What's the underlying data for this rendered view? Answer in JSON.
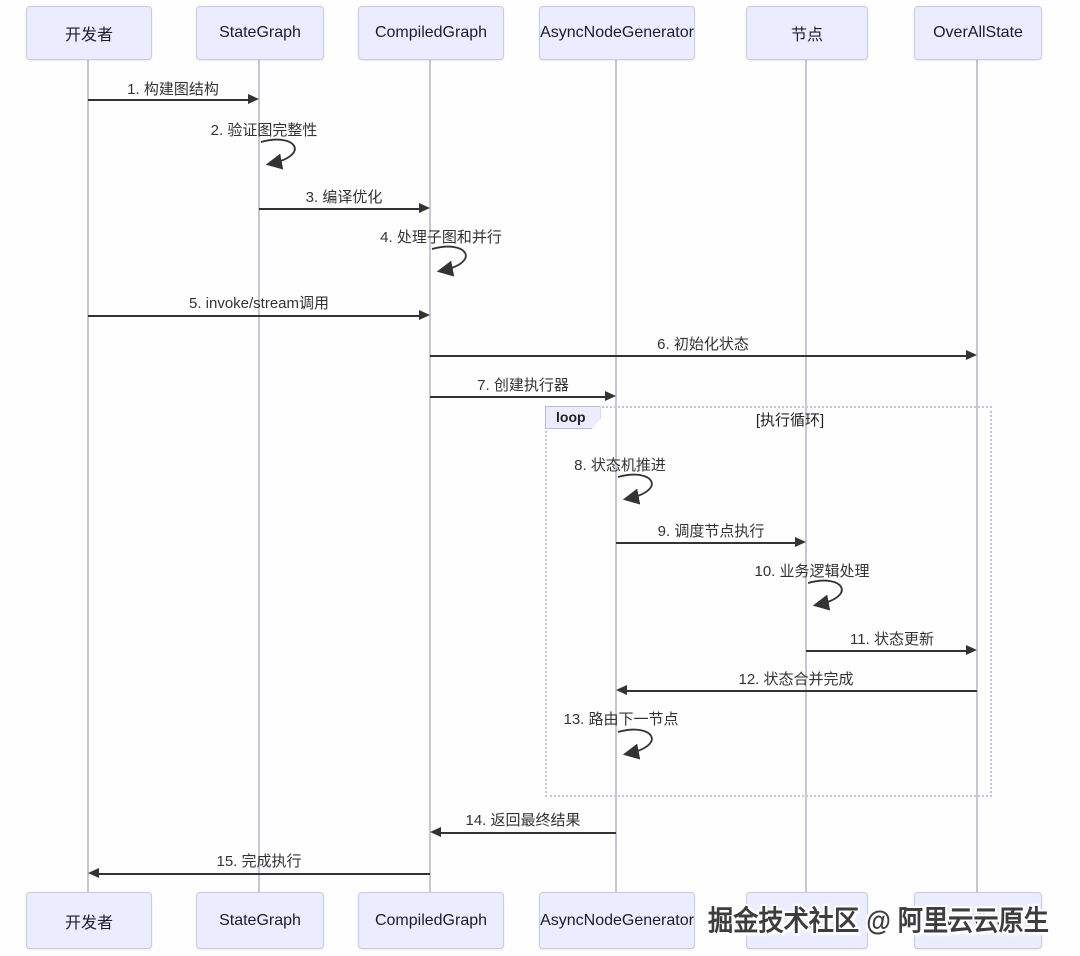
{
  "diagram": {
    "type": "sequence",
    "actors": [
      {
        "id": "developer",
        "name": "开发者"
      },
      {
        "id": "stategraph",
        "name": "StateGraph"
      },
      {
        "id": "compiledgraph",
        "name": "CompiledGraph"
      },
      {
        "id": "asyncnodegenerator",
        "name": "AsyncNodeGenerator"
      },
      {
        "id": "node",
        "name": "节点"
      },
      {
        "id": "overallstate",
        "name": "OverAllState"
      }
    ],
    "messages": [
      {
        "seq": "1",
        "label": "1. 构建图结构",
        "from": "开发者",
        "to": "StateGraph",
        "type": "arrow-right"
      },
      {
        "seq": "2",
        "label": "2. 验证图完整性",
        "from": "StateGraph",
        "to": "StateGraph",
        "type": "self"
      },
      {
        "seq": "3",
        "label": "3. 编译优化",
        "from": "StateGraph",
        "to": "CompiledGraph",
        "type": "arrow-right"
      },
      {
        "seq": "4",
        "label": "4. 处理子图和并行",
        "from": "CompiledGraph",
        "to": "CompiledGraph",
        "type": "self"
      },
      {
        "seq": "5",
        "label": "5. invoke/stream调用",
        "from": "开发者",
        "to": "CompiledGraph",
        "type": "arrow-right"
      },
      {
        "seq": "6",
        "label": "6. 初始化状态",
        "from": "CompiledGraph",
        "to": "OverAllState",
        "type": "arrow-right"
      },
      {
        "seq": "7",
        "label": "7. 创建执行器",
        "from": "CompiledGraph",
        "to": "AsyncNodeGenerator",
        "type": "arrow-right"
      },
      {
        "seq": "8",
        "label": "8. 状态机推进",
        "from": "AsyncNodeGenerator",
        "to": "AsyncNodeGenerator",
        "type": "self"
      },
      {
        "seq": "9",
        "label": "9. 调度节点执行",
        "from": "AsyncNodeGenerator",
        "to": "节点",
        "type": "arrow-right"
      },
      {
        "seq": "10",
        "label": "10. 业务逻辑处理",
        "from": "节点",
        "to": "节点",
        "type": "self"
      },
      {
        "seq": "11",
        "label": "11. 状态更新",
        "from": "节点",
        "to": "OverAllState",
        "type": "arrow-right"
      },
      {
        "seq": "12",
        "label": "12. 状态合并完成",
        "from": "OverAllState",
        "to": "AsyncNodeGenerator",
        "type": "arrow-left"
      },
      {
        "seq": "13",
        "label": "13. 路由下一节点",
        "from": "AsyncNodeGenerator",
        "to": "AsyncNodeGenerator",
        "type": "self"
      },
      {
        "seq": "14",
        "label": "14. 返回最终结果",
        "from": "AsyncNodeGenerator",
        "to": "CompiledGraph",
        "type": "arrow-left"
      },
      {
        "seq": "15",
        "label": "15. 完成执行",
        "from": "CompiledGraph",
        "to": "开发者",
        "type": "arrow-left"
      }
    ],
    "loop_frame": {
      "tag": "loop",
      "condition": "[执行循环]",
      "contains_messages": [
        "8",
        "9",
        "10",
        "11",
        "12",
        "13"
      ]
    }
  },
  "watermark": {
    "text": "掘金技术社区 @ 阿里云云原生"
  },
  "colors": {
    "actor_fill": "#ECECFF",
    "actor_border": "#c9c9e4",
    "lifeline": "#c7c7d2",
    "arrow": "#333333",
    "loop_border": "#c3c3d6",
    "background": "#ffffff"
  }
}
